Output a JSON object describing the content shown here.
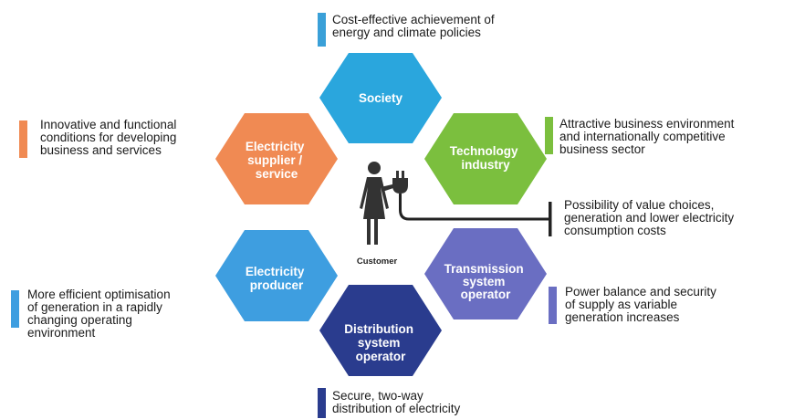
{
  "nodes": {
    "society": {
      "lines": [
        "Society"
      ],
      "color": "#2aa6dd"
    },
    "technology_industry": {
      "lines": [
        "Technology",
        "industry"
      ],
      "color": "#7bbf3e"
    },
    "electricity_supplier": {
      "lines": [
        "Electricity",
        "supplier /",
        "service"
      ],
      "color": "#f08a53"
    },
    "electricity_producer": {
      "lines": [
        "Electricity",
        "producer"
      ],
      "color": "#3e9ee0"
    },
    "transmission_system_operator": {
      "lines": [
        "Transmission",
        "system",
        "operator"
      ],
      "color": "#6a6ec2"
    },
    "distribution_system_operator": {
      "lines": [
        "Distribution",
        "system",
        "operator"
      ],
      "color": "#2a3c8e"
    }
  },
  "customer": {
    "label": "Customer"
  },
  "notes": {
    "society": {
      "lines": [
        "Cost-effective achievement of",
        "energy and climate policies"
      ],
      "color": "#3aa0d8"
    },
    "technology_industry": {
      "lines": [
        "Attractive business environment",
        "and internationally competitive",
        "business sector"
      ],
      "color": "#7bbf3e"
    },
    "customer": {
      "lines": [
        "Possibility of value choices,",
        "generation and lower electricity",
        "consumption costs"
      ],
      "color": "#222222"
    },
    "transmission_system_operator": {
      "lines": [
        "Power balance and security",
        "of supply as variable",
        "generation increases"
      ],
      "color": "#6a6ec2"
    },
    "distribution_system_operator": {
      "lines": [
        "Secure, two-way",
        "distribution of electricity"
      ],
      "color": "#2a3c8e"
    },
    "electricity_producer": {
      "lines": [
        "More efficient optimisation",
        "of generation in a rapidly",
        "changing operating",
        "environment"
      ],
      "color": "#3e9ee0"
    },
    "electricity_supplier": {
      "lines": [
        "Innovative and functional",
        "conditions for developing",
        "business and services"
      ],
      "color": "#f08a53"
    }
  }
}
